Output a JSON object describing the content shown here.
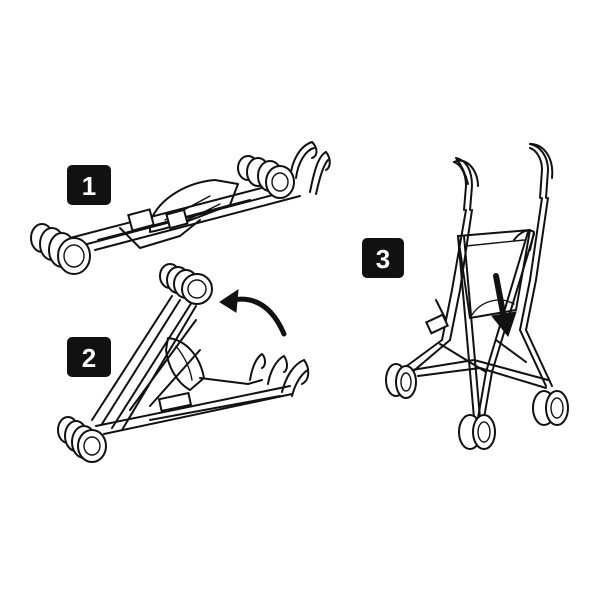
{
  "steps": [
    {
      "number": "1",
      "icon": "folded-stroller-flat"
    },
    {
      "number": "2",
      "icon": "stroller-being-lifted"
    },
    {
      "number": "3",
      "icon": "stroller-unfolded-open"
    }
  ],
  "colors": {
    "background": "#ffffff",
    "badge_fill": "#111111",
    "badge_text": "#ffffff",
    "line_art": "#111111"
  },
  "arrows": [
    {
      "name": "lift-rotate-arrow",
      "icon": "curved-arrow-icon"
    },
    {
      "name": "push-down-arrow",
      "icon": "down-arrow-icon"
    }
  ]
}
